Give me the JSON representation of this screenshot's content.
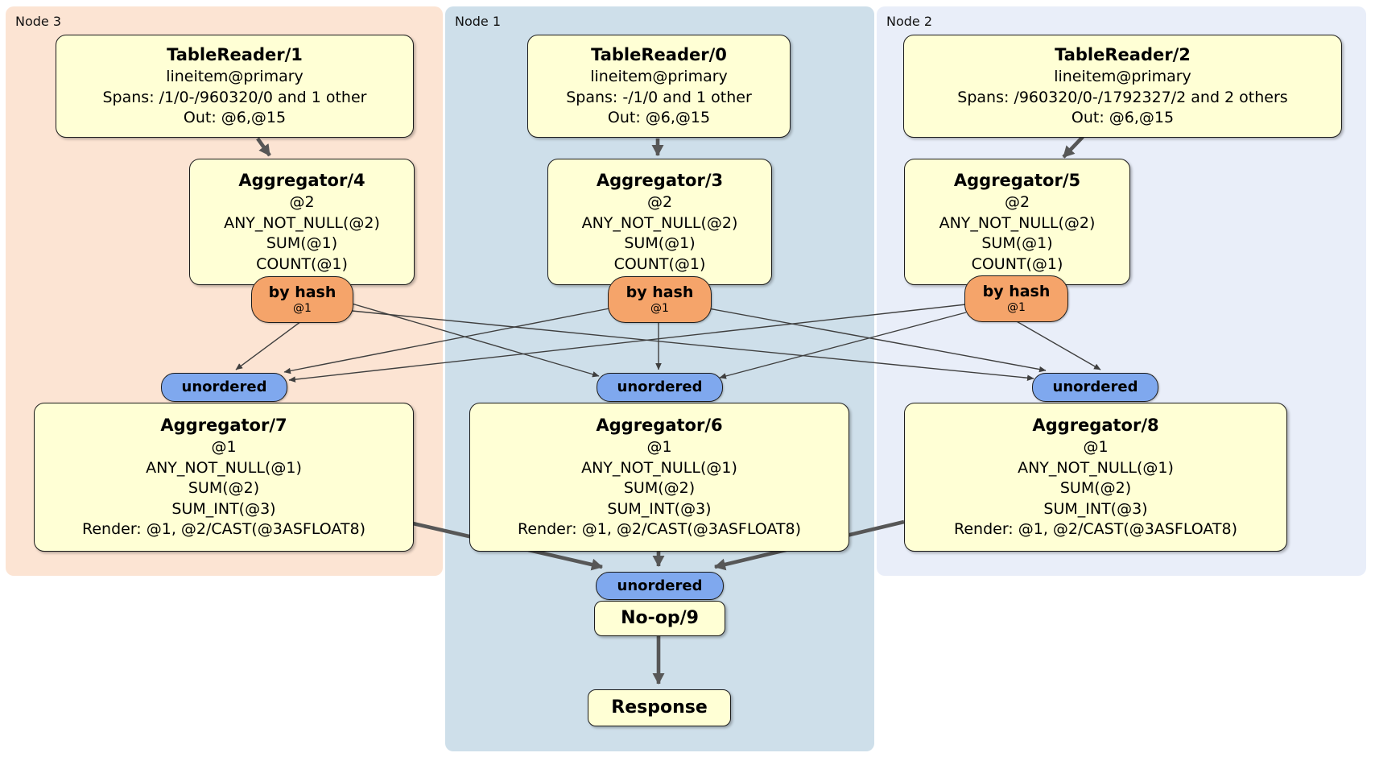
{
  "colors": {
    "node3_bg": "#fce4d3",
    "node1_bg": "#cedfea",
    "node2_bg": "#e9eef9",
    "box_bg": "#ffffd5",
    "hash_router_bg": "#f5a46a",
    "unordered_router_bg": "#7fa8ee",
    "edge": "#575757"
  },
  "panels": {
    "node3": {
      "label": "Node 3"
    },
    "node1": {
      "label": "Node 1"
    },
    "node2": {
      "label": "Node 2"
    }
  },
  "processors": {
    "tr1": {
      "title": "TableReader/1",
      "lines": [
        "lineitem@primary",
        "Spans: /1/0-/960320/0 and 1 other",
        "Out: @6,@15"
      ]
    },
    "tr0": {
      "title": "TableReader/0",
      "lines": [
        "lineitem@primary",
        "Spans: -/1/0 and 1 other",
        "Out: @6,@15"
      ]
    },
    "tr2": {
      "title": "TableReader/2",
      "lines": [
        "lineitem@primary",
        "Spans: /960320/0-/1792327/2 and 2 others",
        "Out: @6,@15"
      ]
    },
    "agg4": {
      "title": "Aggregator/4",
      "lines": [
        "@2",
        "ANY_NOT_NULL(@2)",
        "SUM(@1)",
        "COUNT(@1)"
      ]
    },
    "agg3": {
      "title": "Aggregator/3",
      "lines": [
        "@2",
        "ANY_NOT_NULL(@2)",
        "SUM(@1)",
        "COUNT(@1)"
      ]
    },
    "agg5": {
      "title": "Aggregator/5",
      "lines": [
        "@2",
        "ANY_NOT_NULL(@2)",
        "SUM(@1)",
        "COUNT(@1)"
      ]
    },
    "agg7": {
      "title": "Aggregator/7",
      "lines": [
        "@1",
        "ANY_NOT_NULL(@1)",
        "SUM(@2)",
        "SUM_INT(@3)",
        "Render: @1, @2/CAST(@3ASFLOAT8)"
      ]
    },
    "agg6": {
      "title": "Aggregator/6",
      "lines": [
        "@1",
        "ANY_NOT_NULL(@1)",
        "SUM(@2)",
        "SUM_INT(@3)",
        "Render: @1, @2/CAST(@3ASFLOAT8)"
      ]
    },
    "agg8": {
      "title": "Aggregator/8",
      "lines": [
        "@1",
        "ANY_NOT_NULL(@1)",
        "SUM(@2)",
        "SUM_INT(@3)",
        "Render: @1, @2/CAST(@3ASFLOAT8)"
      ]
    },
    "noop": {
      "title": "No-op/9"
    },
    "response": {
      "title": "Response"
    }
  },
  "routers": {
    "hash_label": "by hash",
    "hash_key": "@1",
    "unordered_label": "unordered"
  }
}
